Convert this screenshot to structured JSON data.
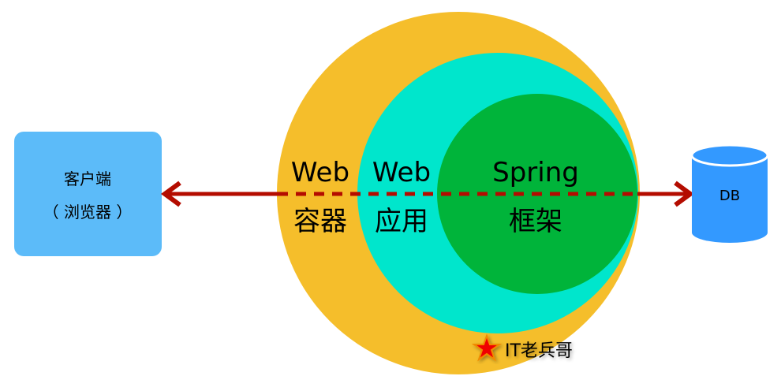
{
  "client": {
    "line1": "客户端",
    "line2": "（ 浏览器 ）"
  },
  "db": {
    "label": "DB"
  },
  "layers": [
    {
      "title": "Web",
      "subtitle": "容器"
    },
    {
      "title": "Web",
      "subtitle": "应用"
    },
    {
      "title": "Spring",
      "subtitle": "框架"
    }
  ],
  "watermark": {
    "text": "IT老兵哥",
    "icon": "star-icon"
  },
  "colors": {
    "client": "#5CBBF9",
    "db": "#3399FF",
    "web_container": "#F5BE2B",
    "web_app": "#00E6CC",
    "spring": "#00B43A",
    "arrow": "#B40C00"
  }
}
